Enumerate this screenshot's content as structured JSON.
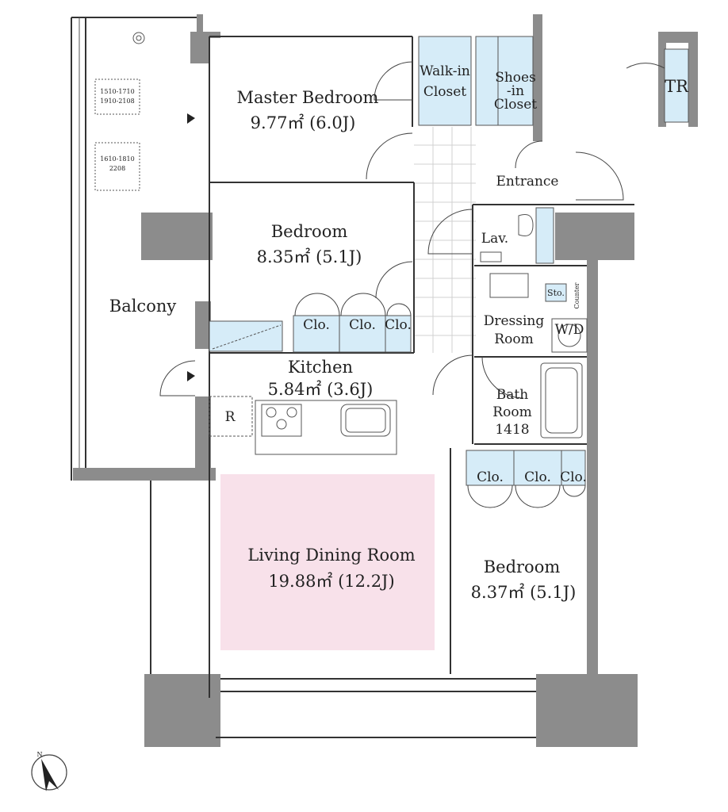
{
  "rooms": {
    "master_bedroom": {
      "name": "Master Bedroom",
      "area": "9.77㎡ (6.0J)"
    },
    "bedroom_1": {
      "name": "Bedroom",
      "area": "8.35㎡ (5.1J)"
    },
    "kitchen": {
      "name": "Kitchen",
      "area": "5.84㎡ (3.6J)"
    },
    "living": {
      "name": "Living Dining Room",
      "area": "19.88㎡ (12.2J)"
    },
    "bedroom_2": {
      "name": "Bedroom",
      "area": "8.37㎡ (5.1J)"
    },
    "balcony": {
      "name": "Balcony"
    },
    "entrance": {
      "name": "Entrance"
    },
    "lav": {
      "name": "Lav."
    },
    "dressing": {
      "name_line1": "Dressing",
      "name_line2": "Room"
    },
    "bath": {
      "name_line1": "Bath",
      "name_line2": "Room",
      "size": "1418"
    }
  },
  "storage": {
    "walkin_line1": "Walk-in",
    "walkin_line2": "Closet",
    "shoes_line1": "Shoes",
    "shoes_line2": "-in",
    "shoes_line3": "Closet",
    "clo": "Clo.",
    "sto": "Sto.",
    "counter": "Counter",
    "wd": "W/D",
    "fridge": "R",
    "tr": "TR"
  },
  "balcony_notes": {
    "box1_line1": "1510-1710",
    "box1_line2": "1910-2108",
    "box2_line1": "1610-1810",
    "box2_line2": "2208"
  },
  "compass": {
    "label": "N"
  },
  "colors": {
    "wall": "#8c8c8c",
    "closet_fill": "#d6ecf8",
    "living_fill": "#f8e1ea",
    "tile_line": "#d0d0d0"
  }
}
